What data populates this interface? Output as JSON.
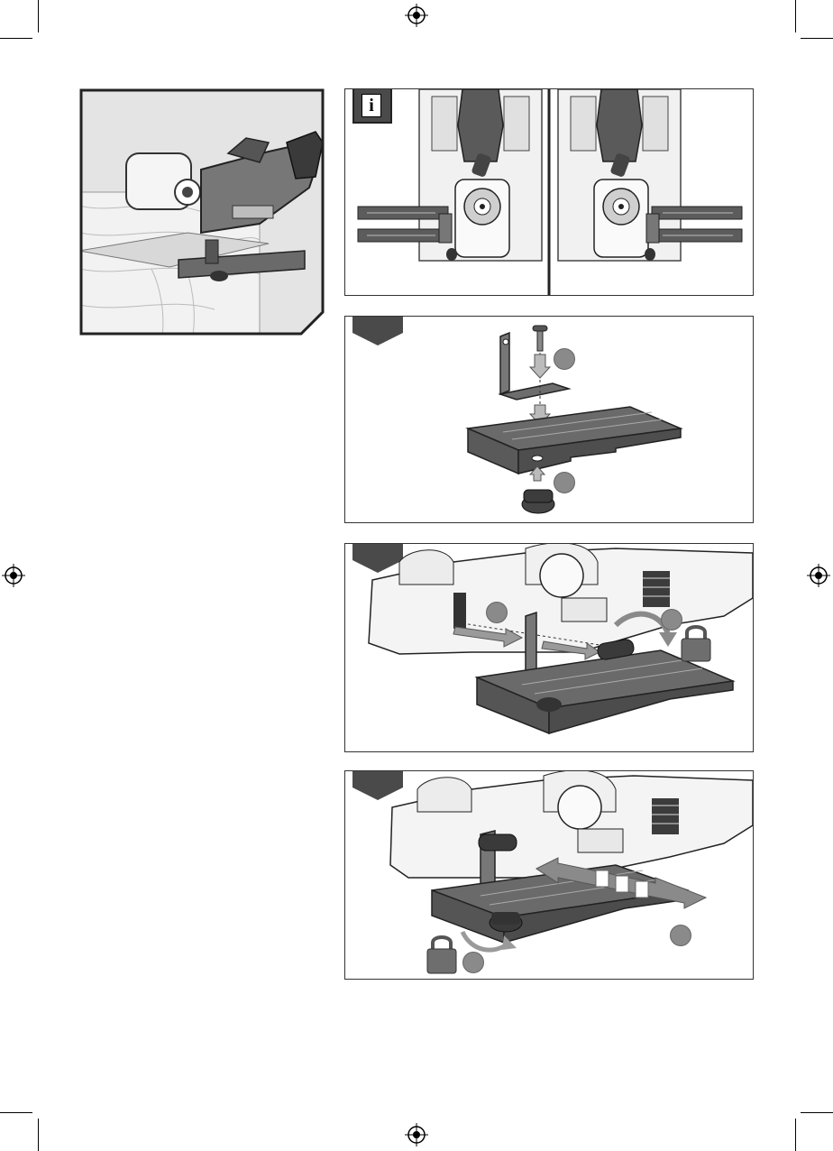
{
  "page": {
    "info_badge_label": "i"
  },
  "colors": {
    "panel_border": "#333333",
    "tag_fill": "#4a4a4a",
    "step_dot": "#8a8a8a",
    "lock_body": "#6e6e6e",
    "arrow_grey": "#9a9a9a"
  },
  "panels": [
    {
      "id": "info",
      "tag": "info-badge",
      "note": ""
    },
    {
      "id": "step-assembly",
      "tag": "step-tag",
      "dots": 2
    },
    {
      "id": "step-attach",
      "tag": "step-tag",
      "dots": 2,
      "has_lock": true
    },
    {
      "id": "step-adjust",
      "tag": "step-tag",
      "dots": 2,
      "has_lock": true
    }
  ],
  "icons": [
    "registration-mark-icon",
    "padlock-icon",
    "curved-arrow-icon",
    "double-arrow-icon",
    "info-icon"
  ]
}
